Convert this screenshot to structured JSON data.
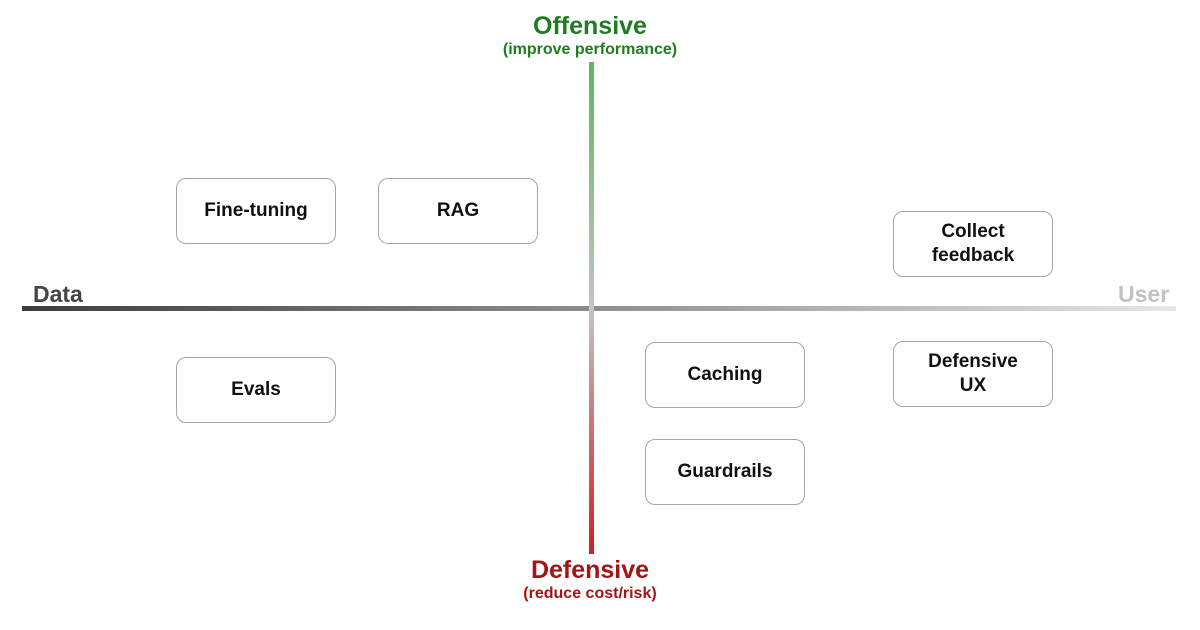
{
  "colors": {
    "offensive": "#1e7d1e",
    "defensive": "#a31414",
    "data_axis_label": "#444444",
    "user_axis_label": "#c2c2c2",
    "v_axis_top": "#5cb85c",
    "v_axis_bottom": "#d21f1f",
    "h_axis_left": "#3d3d3d",
    "h_axis_right": "#e6e6e6",
    "box_border": "#a6a6a6"
  },
  "axes": {
    "vertical": {
      "top": {
        "title": "Offensive",
        "subtitle": "(improve performance)"
      },
      "bottom": {
        "title": "Defensive",
        "subtitle": "(reduce cost/risk)"
      }
    },
    "horizontal": {
      "left": "Data",
      "right": "User"
    }
  },
  "nodes": [
    {
      "id": "fine-tuning",
      "label": "Fine-tuning",
      "quadrant": "data-offensive"
    },
    {
      "id": "rag",
      "label": "RAG",
      "quadrant": "data-offensive"
    },
    {
      "id": "collect-feedback",
      "label": "Collect\nfeedback",
      "quadrant": "user-offensive"
    },
    {
      "id": "evals",
      "label": "Evals",
      "quadrant": "data-defensive"
    },
    {
      "id": "caching",
      "label": "Caching",
      "quadrant": "user-defensive"
    },
    {
      "id": "defensive-ux",
      "label": "Defensive\nUX",
      "quadrant": "user-defensive"
    },
    {
      "id": "guardrails",
      "label": "Guardrails",
      "quadrant": "user-defensive"
    }
  ]
}
